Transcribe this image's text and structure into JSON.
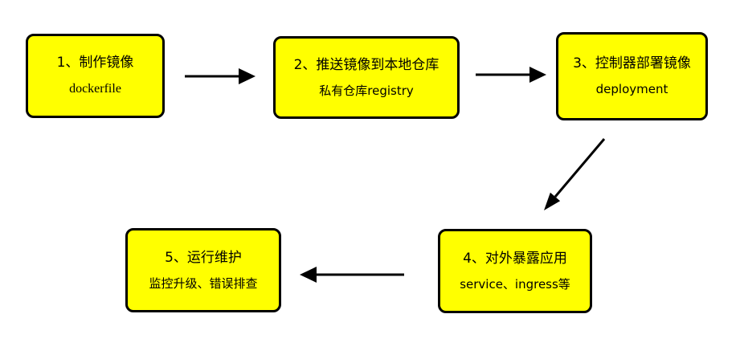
{
  "diagram": {
    "title": "",
    "background_color": "#FFFFFF",
    "node_fill_color": "#FFFF00",
    "node_border_color": "#000000",
    "text_color": "#000000",
    "arrow_color": "#000000",
    "nodes": [
      {
        "id": "step-1",
        "title": "1、制作镜像",
        "subtitle": "dockerfile"
      },
      {
        "id": "step-2",
        "title": "2、推送镜像到本地仓库",
        "subtitle": "私有仓库registry"
      },
      {
        "id": "step-3",
        "title": "3、控制器部署镜像",
        "subtitle": "deployment"
      },
      {
        "id": "step-4",
        "title": "4、对外暴露应用",
        "subtitle": "service、ingress等"
      },
      {
        "id": "step-5",
        "title": "5、运行维护",
        "subtitle": "监控升级、错误排查"
      }
    ],
    "edges": [
      {
        "from": "step-1",
        "to": "step-2",
        "direction": "right"
      },
      {
        "from": "step-2",
        "to": "step-3",
        "direction": "right"
      },
      {
        "from": "step-3",
        "to": "step-4",
        "direction": "down-left-diagonal"
      },
      {
        "from": "step-4",
        "to": "step-5",
        "direction": "left"
      }
    ]
  }
}
